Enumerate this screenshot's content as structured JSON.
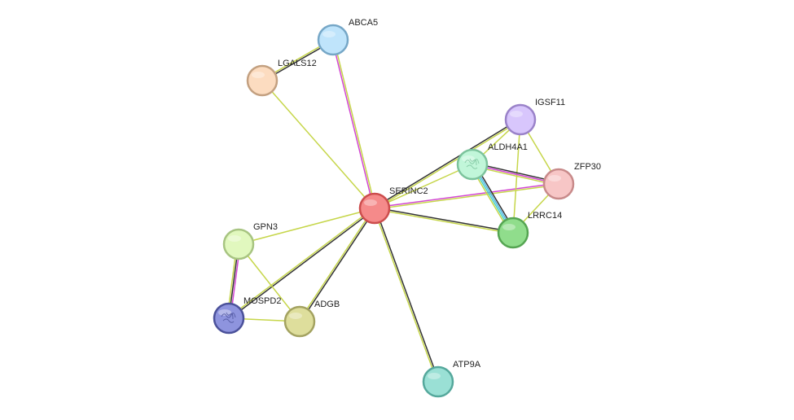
{
  "network": {
    "nodes": [
      {
        "id": "SERINC2",
        "label": "SERINC2",
        "fill": "#f58a8a",
        "stroke": "#cc4d4d",
        "has_structure": false
      },
      {
        "id": "ABCA5",
        "label": "ABCA5",
        "fill": "#bfe4fb",
        "stroke": "#76a7c7",
        "has_structure": false
      },
      {
        "id": "LGALS12",
        "label": "LGALS12",
        "fill": "#fcdcc0",
        "stroke": "#c3a080",
        "has_structure": false
      },
      {
        "id": "IGSF11",
        "label": "IGSF11",
        "fill": "#d8c6fc",
        "stroke": "#9a82c9",
        "has_structure": false
      },
      {
        "id": "ALDH4A1",
        "label": "ALDH4A1",
        "fill": "#c1f6d9",
        "stroke": "#7cc39c",
        "has_structure": true
      },
      {
        "id": "ZFP30",
        "label": "ZFP30",
        "fill": "#f7c6c6",
        "stroke": "#c88a8a",
        "has_structure": false
      },
      {
        "id": "LRRC14",
        "label": "LRRC14",
        "fill": "#90dd8c",
        "stroke": "#55a552",
        "has_structure": false
      },
      {
        "id": "GPN3",
        "label": "GPN3",
        "fill": "#e1f8be",
        "stroke": "#a7c481",
        "has_structure": false
      },
      {
        "id": "MOSPD2",
        "label": "MOSPD2",
        "fill": "#8e94de",
        "stroke": "#4b519a",
        "has_structure": true
      },
      {
        "id": "ADGB",
        "label": "ADGB",
        "fill": "#dede9c",
        "stroke": "#a3a260",
        "has_structure": false
      },
      {
        "id": "ATP9A",
        "label": "ATP9A",
        "fill": "#9ae0d5",
        "stroke": "#55a89c",
        "has_structure": false
      }
    ],
    "edges": [
      {
        "source": "SERINC2",
        "target": "ABCA5",
        "colors": [
          "#d146d1",
          "#c6d64a"
        ]
      },
      {
        "source": "SERINC2",
        "target": "LGALS12",
        "colors": [
          "#c6d64a"
        ]
      },
      {
        "source": "ABCA5",
        "target": "LGALS12",
        "colors": [
          "#333333",
          "#c6d64a"
        ]
      },
      {
        "source": "SERINC2",
        "target": "IGSF11",
        "colors": [
          "#333333",
          "#c6d64a"
        ]
      },
      {
        "source": "SERINC2",
        "target": "ALDH4A1",
        "colors": [
          "#c6d64a"
        ]
      },
      {
        "source": "SERINC2",
        "target": "ZFP30",
        "colors": [
          "#d146d1",
          "#c6d64a"
        ]
      },
      {
        "source": "SERINC2",
        "target": "LRRC14",
        "colors": [
          "#333333",
          "#c6d64a"
        ]
      },
      {
        "source": "SERINC2",
        "target": "GPN3",
        "colors": [
          "#c6d64a"
        ]
      },
      {
        "source": "SERINC2",
        "target": "MOSPD2",
        "colors": [
          "#333333",
          "#c6d64a"
        ]
      },
      {
        "source": "SERINC2",
        "target": "ADGB",
        "colors": [
          "#333333",
          "#c6d64a"
        ]
      },
      {
        "source": "SERINC2",
        "target": "ATP9A",
        "colors": [
          "#333333",
          "#c6d64a"
        ]
      },
      {
        "source": "IGSF11",
        "target": "ALDH4A1",
        "colors": [
          "#c6d64a"
        ]
      },
      {
        "source": "IGSF11",
        "target": "ZFP30",
        "colors": [
          "#c6d64a"
        ]
      },
      {
        "source": "IGSF11",
        "target": "LRRC14",
        "colors": [
          "#c6d64a"
        ]
      },
      {
        "source": "ALDH4A1",
        "target": "ZFP30",
        "colors": [
          "#333333",
          "#d146d1",
          "#c6d64a"
        ]
      },
      {
        "source": "ALDH4A1",
        "target": "LRRC14",
        "colors": [
          "#333333",
          "#4db6e6",
          "#4ad1c6",
          "#c6d64a"
        ]
      },
      {
        "source": "ZFP30",
        "target": "LRRC14",
        "colors": [
          "#c6d64a"
        ]
      },
      {
        "source": "GPN3",
        "target": "MOSPD2",
        "colors": [
          "#d146d1",
          "#333333",
          "#c6d64a"
        ]
      },
      {
        "source": "GPN3",
        "target": "ADGB",
        "colors": [
          "#c6d64a"
        ]
      },
      {
        "source": "MOSPD2",
        "target": "ADGB",
        "colors": [
          "#c6d64a"
        ]
      }
    ]
  }
}
